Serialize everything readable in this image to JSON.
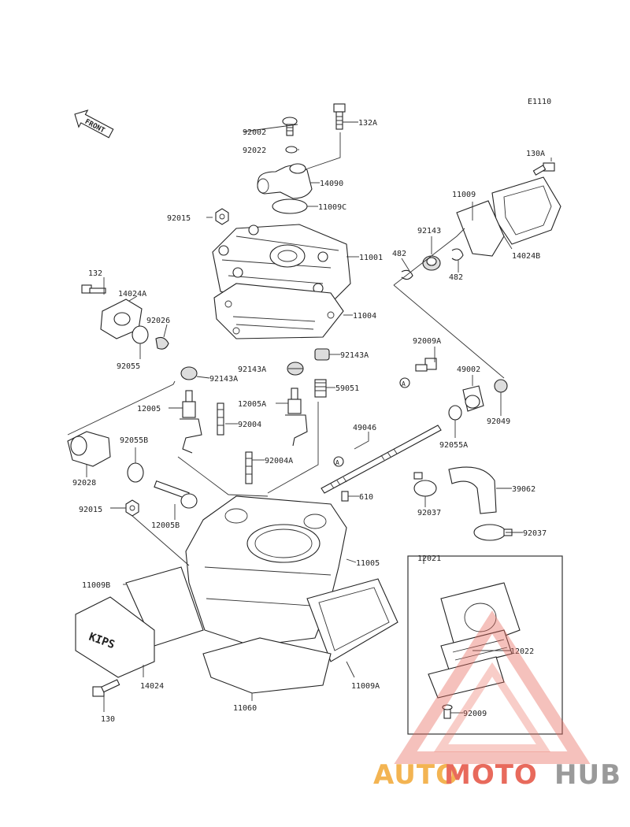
{
  "diagram": {
    "code": "E1110",
    "front_label": "FRONT",
    "box_label": "12021",
    "circle_marker": "A",
    "part_labels": {
      "p92002": "92002",
      "p132A": "132A",
      "p92022": "92022",
      "p14090": "14090",
      "p11009C": "11009C",
      "p92015a": "92015",
      "p11001": "11001",
      "p130A": "130A",
      "p11009": "11009",
      "p92143": "92143",
      "p482a": "482",
      "p482b": "482",
      "p14024B": "14024B",
      "p132": "132",
      "p14024A": "14024A",
      "p92026": "92026",
      "p92055": "92055",
      "p11004": "11004",
      "p92009A": "92009A",
      "p92143Aa": "92143A",
      "p92143Ab": "92143A",
      "p92143Ac": "92143A",
      "p12005A": "12005A",
      "p59051": "59051",
      "p49002": "49002",
      "p92049": "92049",
      "p12005": "12005",
      "p92004": "92004",
      "p49046": "49046",
      "p92055B": "92055B",
      "p92055A": "92055A",
      "p92028": "92028",
      "p92004A": "92004A",
      "p39062": "39062",
      "p610": "610",
      "p92015b": "92015",
      "p12005B": "12005B",
      "p92037a": "92037",
      "p92037b": "92037",
      "p11009B": "11009B",
      "p11005": "11005",
      "p12022": "12022",
      "p14024": "14024",
      "p11009A": "11009A",
      "p92009": "92009",
      "p11060": "11060",
      "p130": "130"
    }
  },
  "watermark": {
    "part1": "AUTO",
    "part2": "MOTO",
    "part3": "HUB",
    "color1": "#f3b452",
    "color2": "#e86a5c",
    "color3": "#9a9a9a"
  }
}
